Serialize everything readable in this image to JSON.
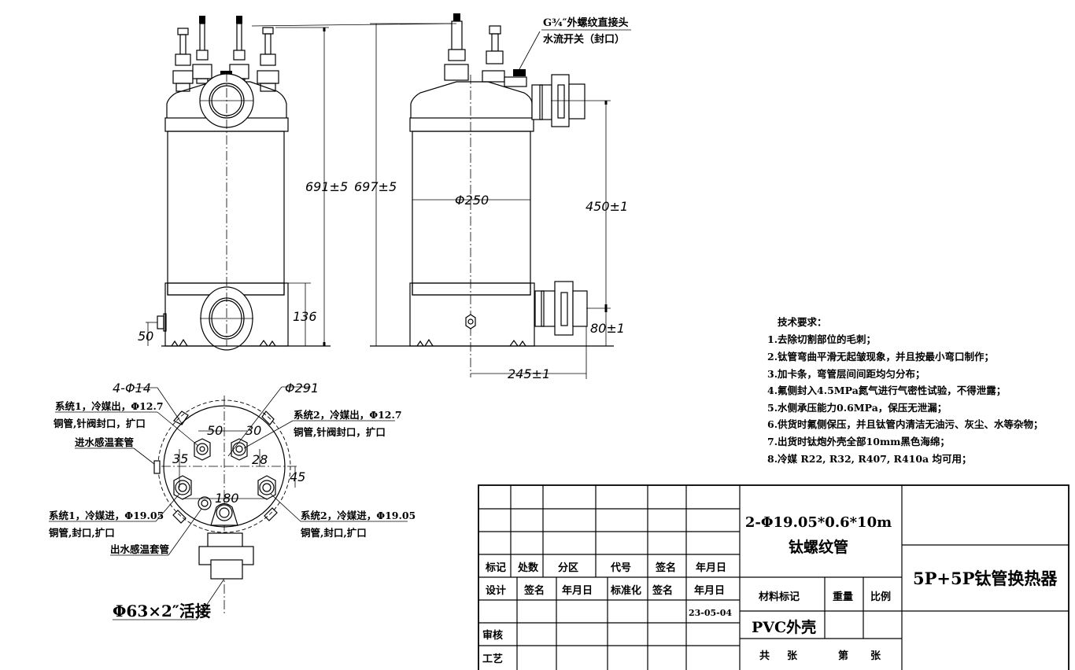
{
  "front_view": {
    "dim_height": "691±5",
    "dim_base": "136",
    "dim_side": "50"
  },
  "side_view": {
    "dim_height": "697±5",
    "dim_diameter": "Φ250",
    "dim_upper": "450±1",
    "dim_lower": "80±1",
    "dim_width": "245±1",
    "callout_line1": "G¾″外螺纹直接头",
    "callout_line2": "水流开关（封口）"
  },
  "bottom_view": {
    "dim_holes": "4-Φ14",
    "dim_outer": "Φ291",
    "dim_50": "50",
    "dim_30": "30",
    "dim_35": "35",
    "dim_28": "28",
    "dim_45": "45",
    "dim_180": "180",
    "sys1_out_1": "系统1，冷媒出，Φ12.7",
    "sys1_out_2": "铜管,针阀封口，扩口",
    "inlet_sensor": "进水感温套管",
    "sys2_out_1": "系统2，冷媒出，Φ12.7",
    "sys2_out_2": "铜管,针阀封口，扩口",
    "sys1_in_1": "系统1，冷媒进，Φ19.05",
    "sys1_in_2": "铜管,封口,扩口",
    "outlet_sensor": "出水感温套管",
    "sys2_in_1": "系统2，冷媒进，Φ19.05",
    "sys2_in_2": "铜管,封口,扩口",
    "union": "Φ63×2″活接"
  },
  "tech_requirements": {
    "title": "技术要求：",
    "items": [
      "1.去除切割部位的毛刺；",
      "2.钛管弯曲平滑无起皱现象，并且按最小弯口制作；",
      "3.加卡条，弯管层间间距均匀分布；",
      "4.氟侧封入4.5MPa氮气进行气密性试验，不得泄露；",
      "5.水侧承压能力0.6MPa，保压无泄漏；",
      "6.供货时氟侧保压，并且钛管内清洁无油污、灰尘、水等杂物；",
      "7.出货时钛炮外壳全部10mm黑色海绵；",
      "8.冷媒 R22, R32, R407, R410a 均可用；"
    ]
  },
  "title_block": {
    "rev_headers": [
      "标记",
      "处数",
      "分区",
      "代号",
      "签名",
      "年月日"
    ],
    "design_headers": [
      "设计",
      "签名",
      "年月日",
      "标准化",
      "签名",
      "年月日"
    ],
    "date": "23-05-04",
    "review": "审核",
    "process": "工艺",
    "spec_line1": "2-Φ19.05*0.6*10m",
    "spec_line2": "钛螺纹管",
    "material_label": "材料标记",
    "weight_label": "重量",
    "scale_label": "比例",
    "material": "PVC外壳",
    "sheets_total": "共",
    "sheets_unit1": "张",
    "sheet_no": "第",
    "sheets_unit2": "张",
    "product_name": "5P+5P钛管换热器"
  }
}
